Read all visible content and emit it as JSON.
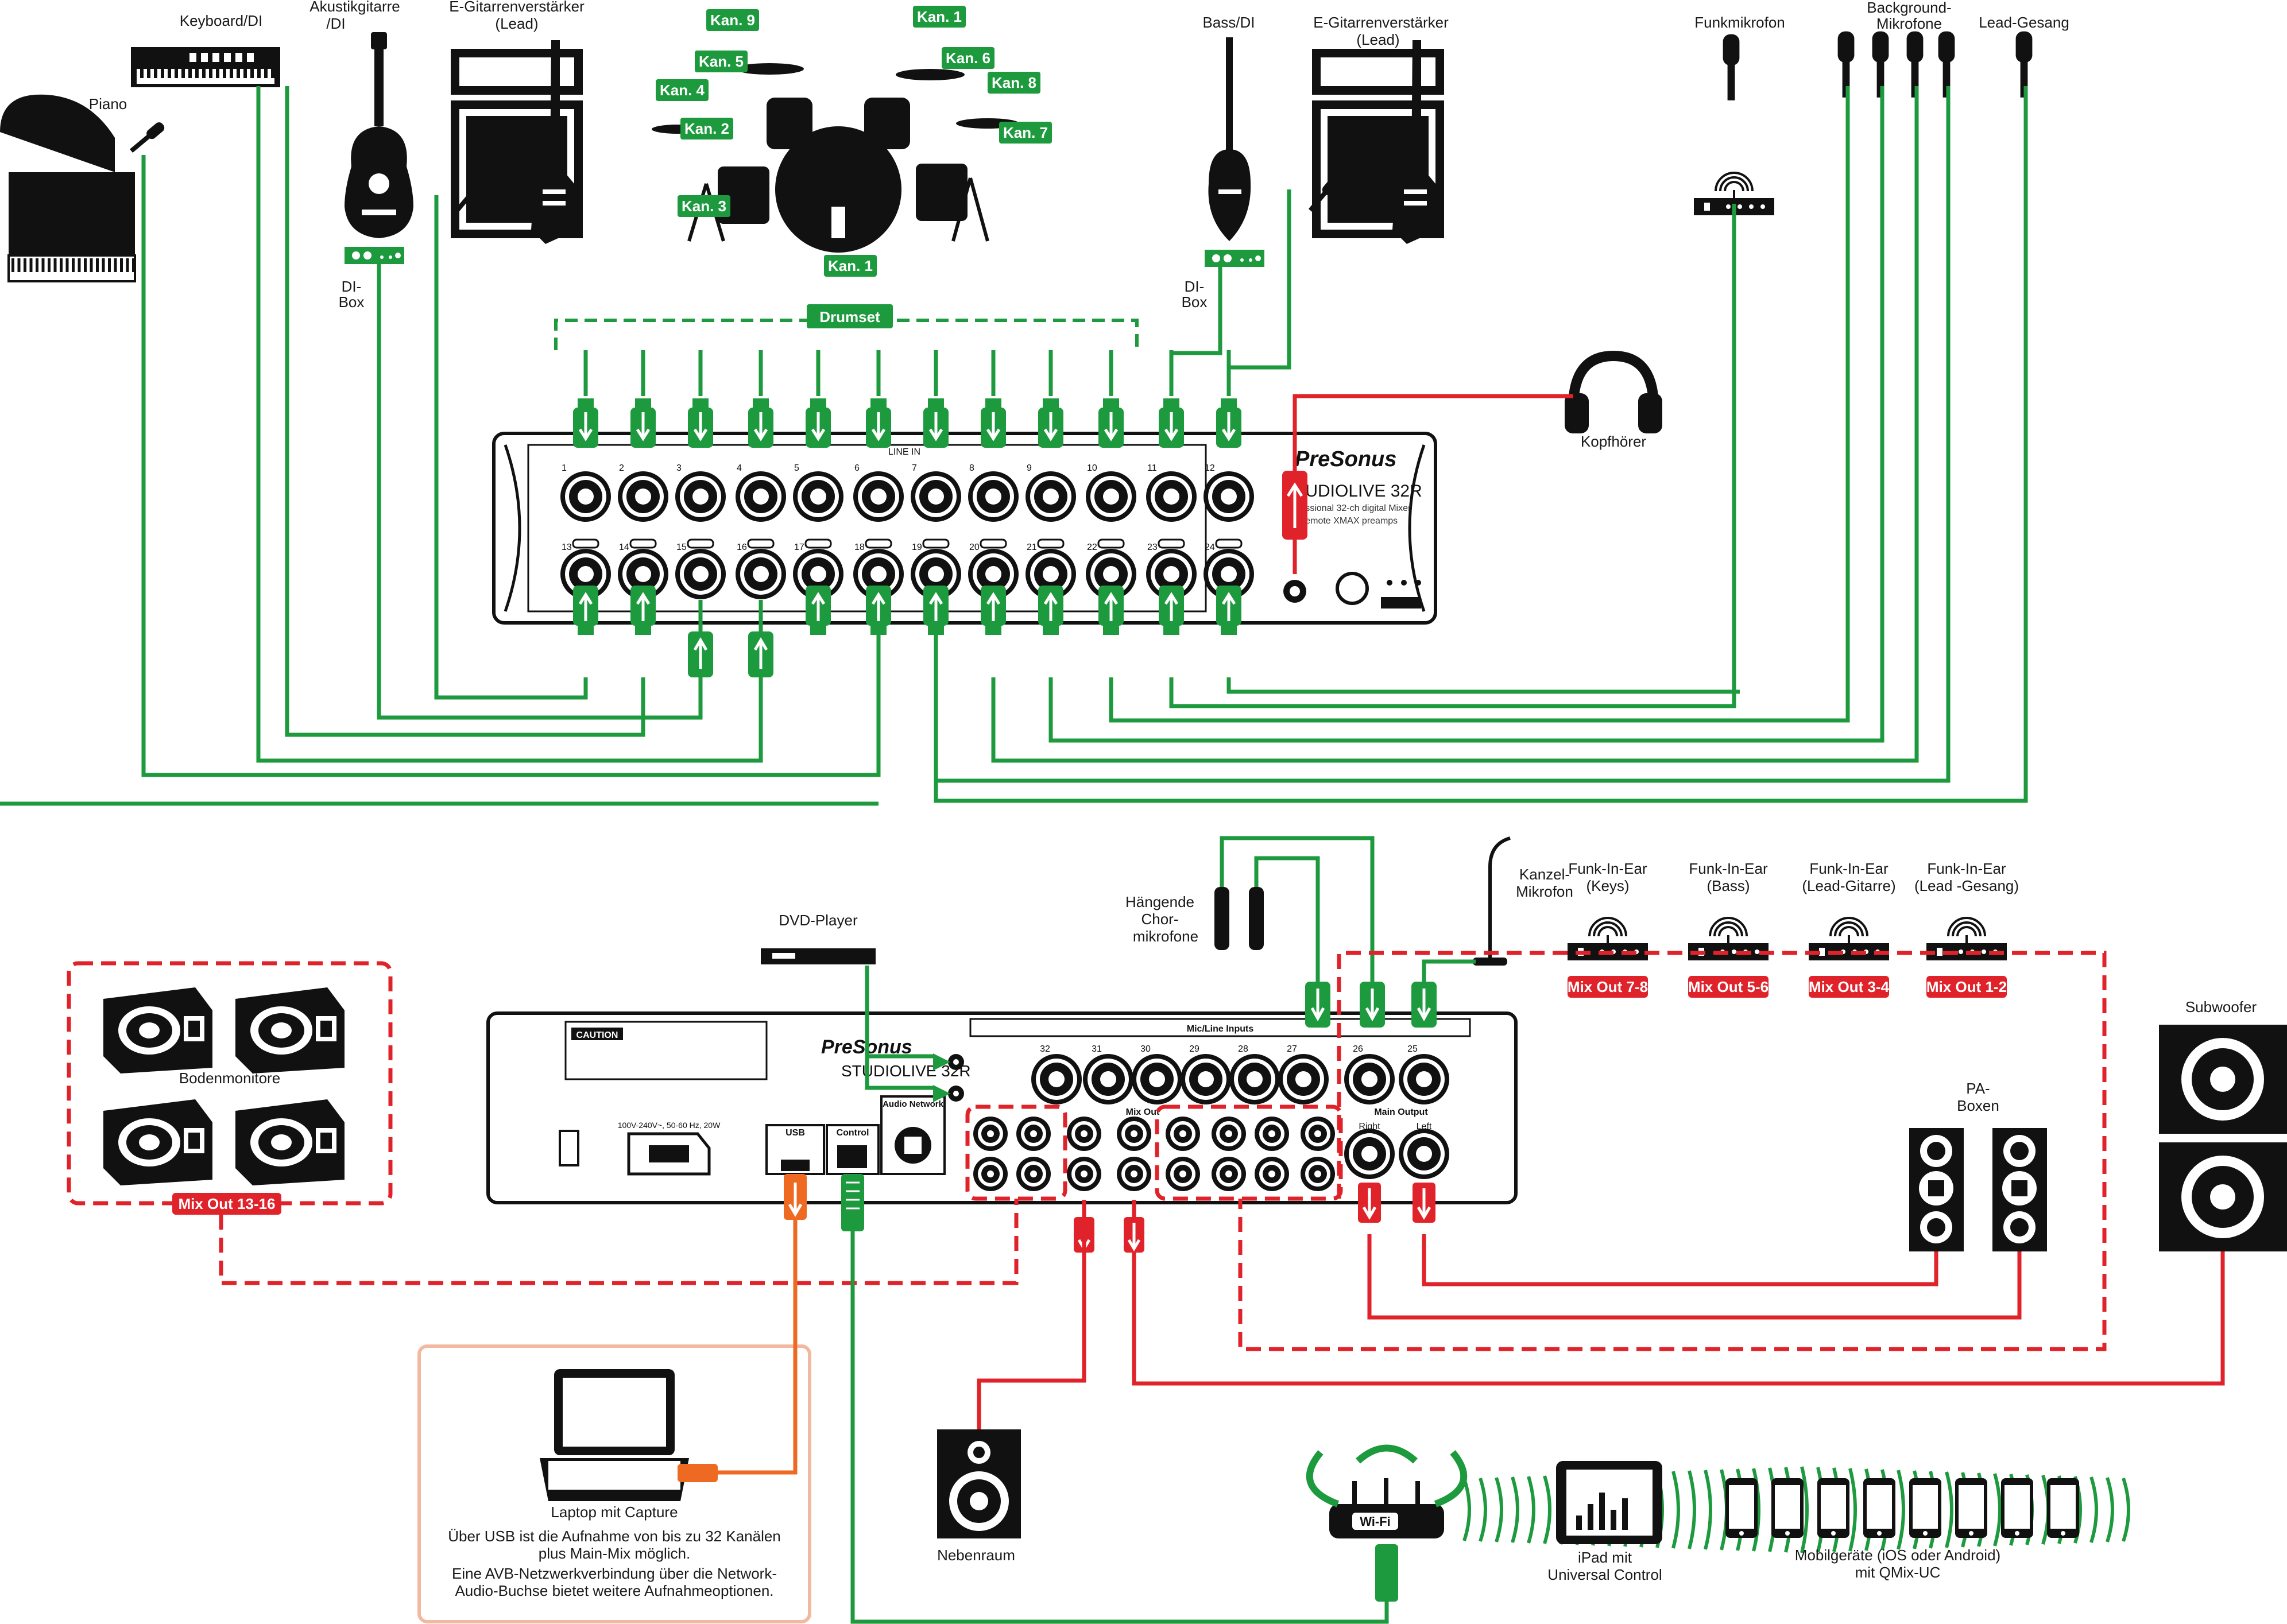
{
  "colors": {
    "green": "#1e9a3e",
    "red": "#e0232a",
    "orange": "#ee6a22",
    "laptop_box": "#f2b9a0"
  },
  "sources": {
    "piano": "Piano",
    "keyboard": "Keyboard/DI",
    "acoustic_l1": "Akustikgitarre",
    "acoustic_l2": "/DI",
    "egit_l1": "E-Gitarrenverstärker",
    "egit_l2": "(Lead)",
    "bass": "Bass/DI",
    "egit2_l1": "E-Gitarrenverstärker",
    "egit2_l2": "(Lead)",
    "funkmikrofon": "Funkmikrofon",
    "background_l1": "Background-",
    "background_l2": "Mikrofone",
    "lead": "Lead-Gesang",
    "dibox1_l1": "DI-",
    "dibox1_l2": "Box",
    "dibox2_l1": "DI-",
    "dibox2_l2": "Box"
  },
  "drum_tags": [
    "Kan. 9",
    "Kan. 1",
    "Kan. 5",
    "Kan. 6",
    "Kan. 4",
    "Kan. 8",
    "Kan. 2",
    "Kan. 7",
    "Kan. 3",
    "Kan. 1"
  ],
  "drumset": "Drumset",
  "headphones": "Kopfhörer",
  "front_mixer": {
    "brand": "PreSonus",
    "model": "STUDIOLIVE 32R",
    "desc1": "Professional 32-ch digital Mixer",
    "desc2": "with remote XMAX preamps",
    "line_in": "LINE IN",
    "channels_top": [
      "1",
      "2",
      "3",
      "4",
      "5",
      "6",
      "7",
      "8",
      "9",
      "10",
      "11",
      "12"
    ],
    "channels_bottom": [
      "13",
      "14",
      "15",
      "16",
      "17",
      "18",
      "19",
      "20",
      "21",
      "22",
      "23",
      "24"
    ]
  },
  "rear_mixer": {
    "brand": "PreSonus",
    "model": "STUDIOLIVE 32R",
    "caution": "CAUTION",
    "mic_line": "Mic/Line Inputs",
    "mix_out": "Mix Out",
    "main_output": "Main Output",
    "right": "Right",
    "left": "Left",
    "usb": "USB",
    "control": "Control",
    "audio_network": "Audio Network",
    "power": "100V-240V~, 50-60 Hz, 20W",
    "inputs": [
      "32",
      "31",
      "30",
      "29",
      "28",
      "27",
      "26",
      "25"
    ]
  },
  "outputs": {
    "dvd": "DVD-Player",
    "choir_l1": "Hängende",
    "choir_l2": "Chor-",
    "choir_l3": "mikrofone",
    "kanzel_l1": "Kanzel-",
    "kanzel_l2": "Mikrofon",
    "bodenmonitore": "Bodenmonitore",
    "mix_1316": "Mix Out 13-16",
    "inear": [
      {
        "l1": "Funk-In-Ear",
        "l2": "(Keys)",
        "tag": "Mix Out 7-8"
      },
      {
        "l1": "Funk-In-Ear",
        "l2": "(Bass)",
        "tag": "Mix Out 5-6"
      },
      {
        "l1": "Funk-In-Ear",
        "l2": "(Lead-Gitarre)",
        "tag": "Mix Out 3-4"
      },
      {
        "l1": "Funk-In-Ear",
        "l2": "(Lead -Gesang)",
        "tag": "Mix Out 1-2"
      }
    ],
    "subwoofer": "Subwoofer",
    "pa_l1": "PA-",
    "pa_l2": "Boxen",
    "nebenraum": "Nebenraum",
    "ipad_l1": "iPad mit",
    "ipad_l2": "Universal Control",
    "mobile_l1": "Mobilgeräte (iOS oder Android)",
    "mobile_l2": "mit QMix-UC",
    "wifi": "Wi-Fi"
  },
  "laptop": {
    "l1": "Laptop mit Capture",
    "l2": "Über USB ist die Aufnahme von bis zu  32 Kanälen",
    "l3": "plus Main-Mix möglich.",
    "l4": "Eine AVB-Netzwerkverbindung über die Network-",
    "l5": "Audio-Buchse bietet weitere Aufnahmeoptionen."
  }
}
